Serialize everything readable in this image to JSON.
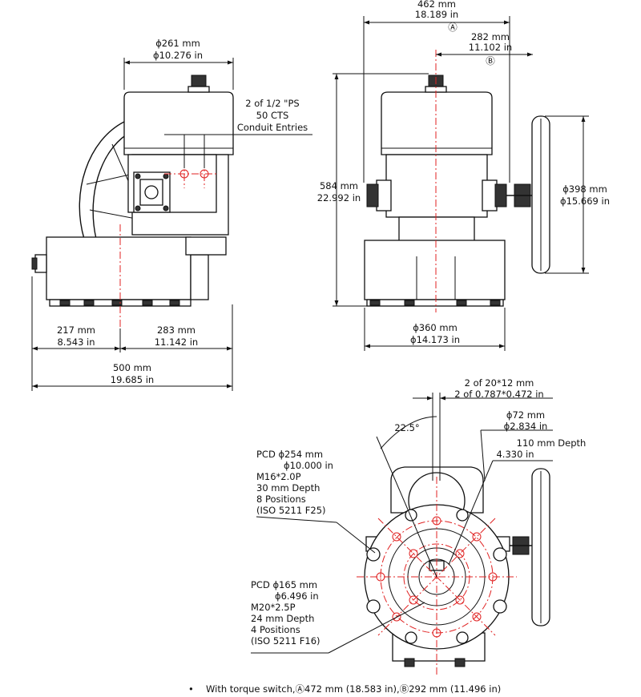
{
  "dim_overall_width": {
    "mm": "462 mm",
    "in": "18.189 in",
    "tag": "Ⓐ"
  },
  "dim_handwheel_offset": {
    "mm": "282 mm",
    "in": "11.102 in",
    "tag": "Ⓑ"
  },
  "dim_cover_dia": {
    "mm": "ϕ261 mm",
    "in": "ϕ10.276 in"
  },
  "conduit_entries": {
    "line1": "2 of 1/2 \"PS",
    "line2": "50 CTS",
    "line3": "Conduit Entries"
  },
  "dim_height": {
    "mm": "584 mm",
    "in": "22.992 in"
  },
  "dim_handwheel_dia": {
    "mm": "ϕ398 mm",
    "in": "ϕ15.669 in"
  },
  "dim_left_217": {
    "mm": "217 mm",
    "in": "8.543 in"
  },
  "dim_right_283": {
    "mm": "283 mm",
    "in": "11.142 in"
  },
  "dim_base_dia": {
    "mm": "ϕ360 mm",
    "in": "ϕ14.173 in"
  },
  "dim_total_500": {
    "mm": "500 mm",
    "in": "19.685 in"
  },
  "dim_keyway": {
    "mm": "2 of 20*12 mm",
    "in": "2 of 0.787*0.472 in"
  },
  "dim_angle": "22.5°",
  "dim_bore": {
    "mm": "ϕ72 mm",
    "in": "ϕ2.834 in"
  },
  "dim_bore_depth": {
    "mm": "110 mm Depth",
    "in": "4.330 in"
  },
  "pcd_254": {
    "line1": "PCD ϕ254 mm",
    "line2": "ϕ10.000 in",
    "line3": "M16*2.0P",
    "line4": "30 mm Depth",
    "line5": "8 Positions",
    "line6": "(ISO 5211 F25)"
  },
  "pcd_165": {
    "line1": "PCD ϕ165 mm",
    "line2": "ϕ6.496 in",
    "line3": "M20*2.5P",
    "line4": "24 mm Depth",
    "line5": "4 Positions",
    "line6": "(ISO 5211 F16)"
  },
  "footnote": {
    "bullet": "•",
    "text": "With torque switch,Ⓐ472 mm (18.583 in),Ⓑ292 mm (11.496 in)"
  }
}
